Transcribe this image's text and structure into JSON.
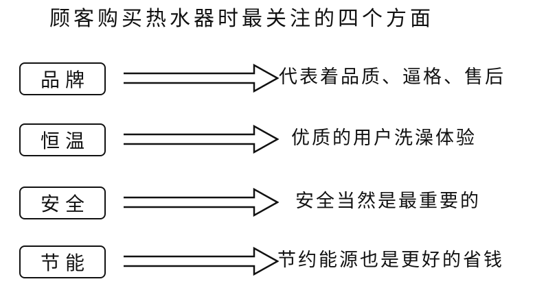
{
  "title": "顾客购买热水器时最关注的四个方面",
  "items": [
    {
      "label": "品牌",
      "description": "代表着品质、逼格、售后"
    },
    {
      "label": "恒温",
      "description": "优质的用户洗澡体验"
    },
    {
      "label": "安全",
      "description": "安全当然是最重要的"
    },
    {
      "label": "节能",
      "description": "节约能源也是更好的省钱"
    }
  ]
}
